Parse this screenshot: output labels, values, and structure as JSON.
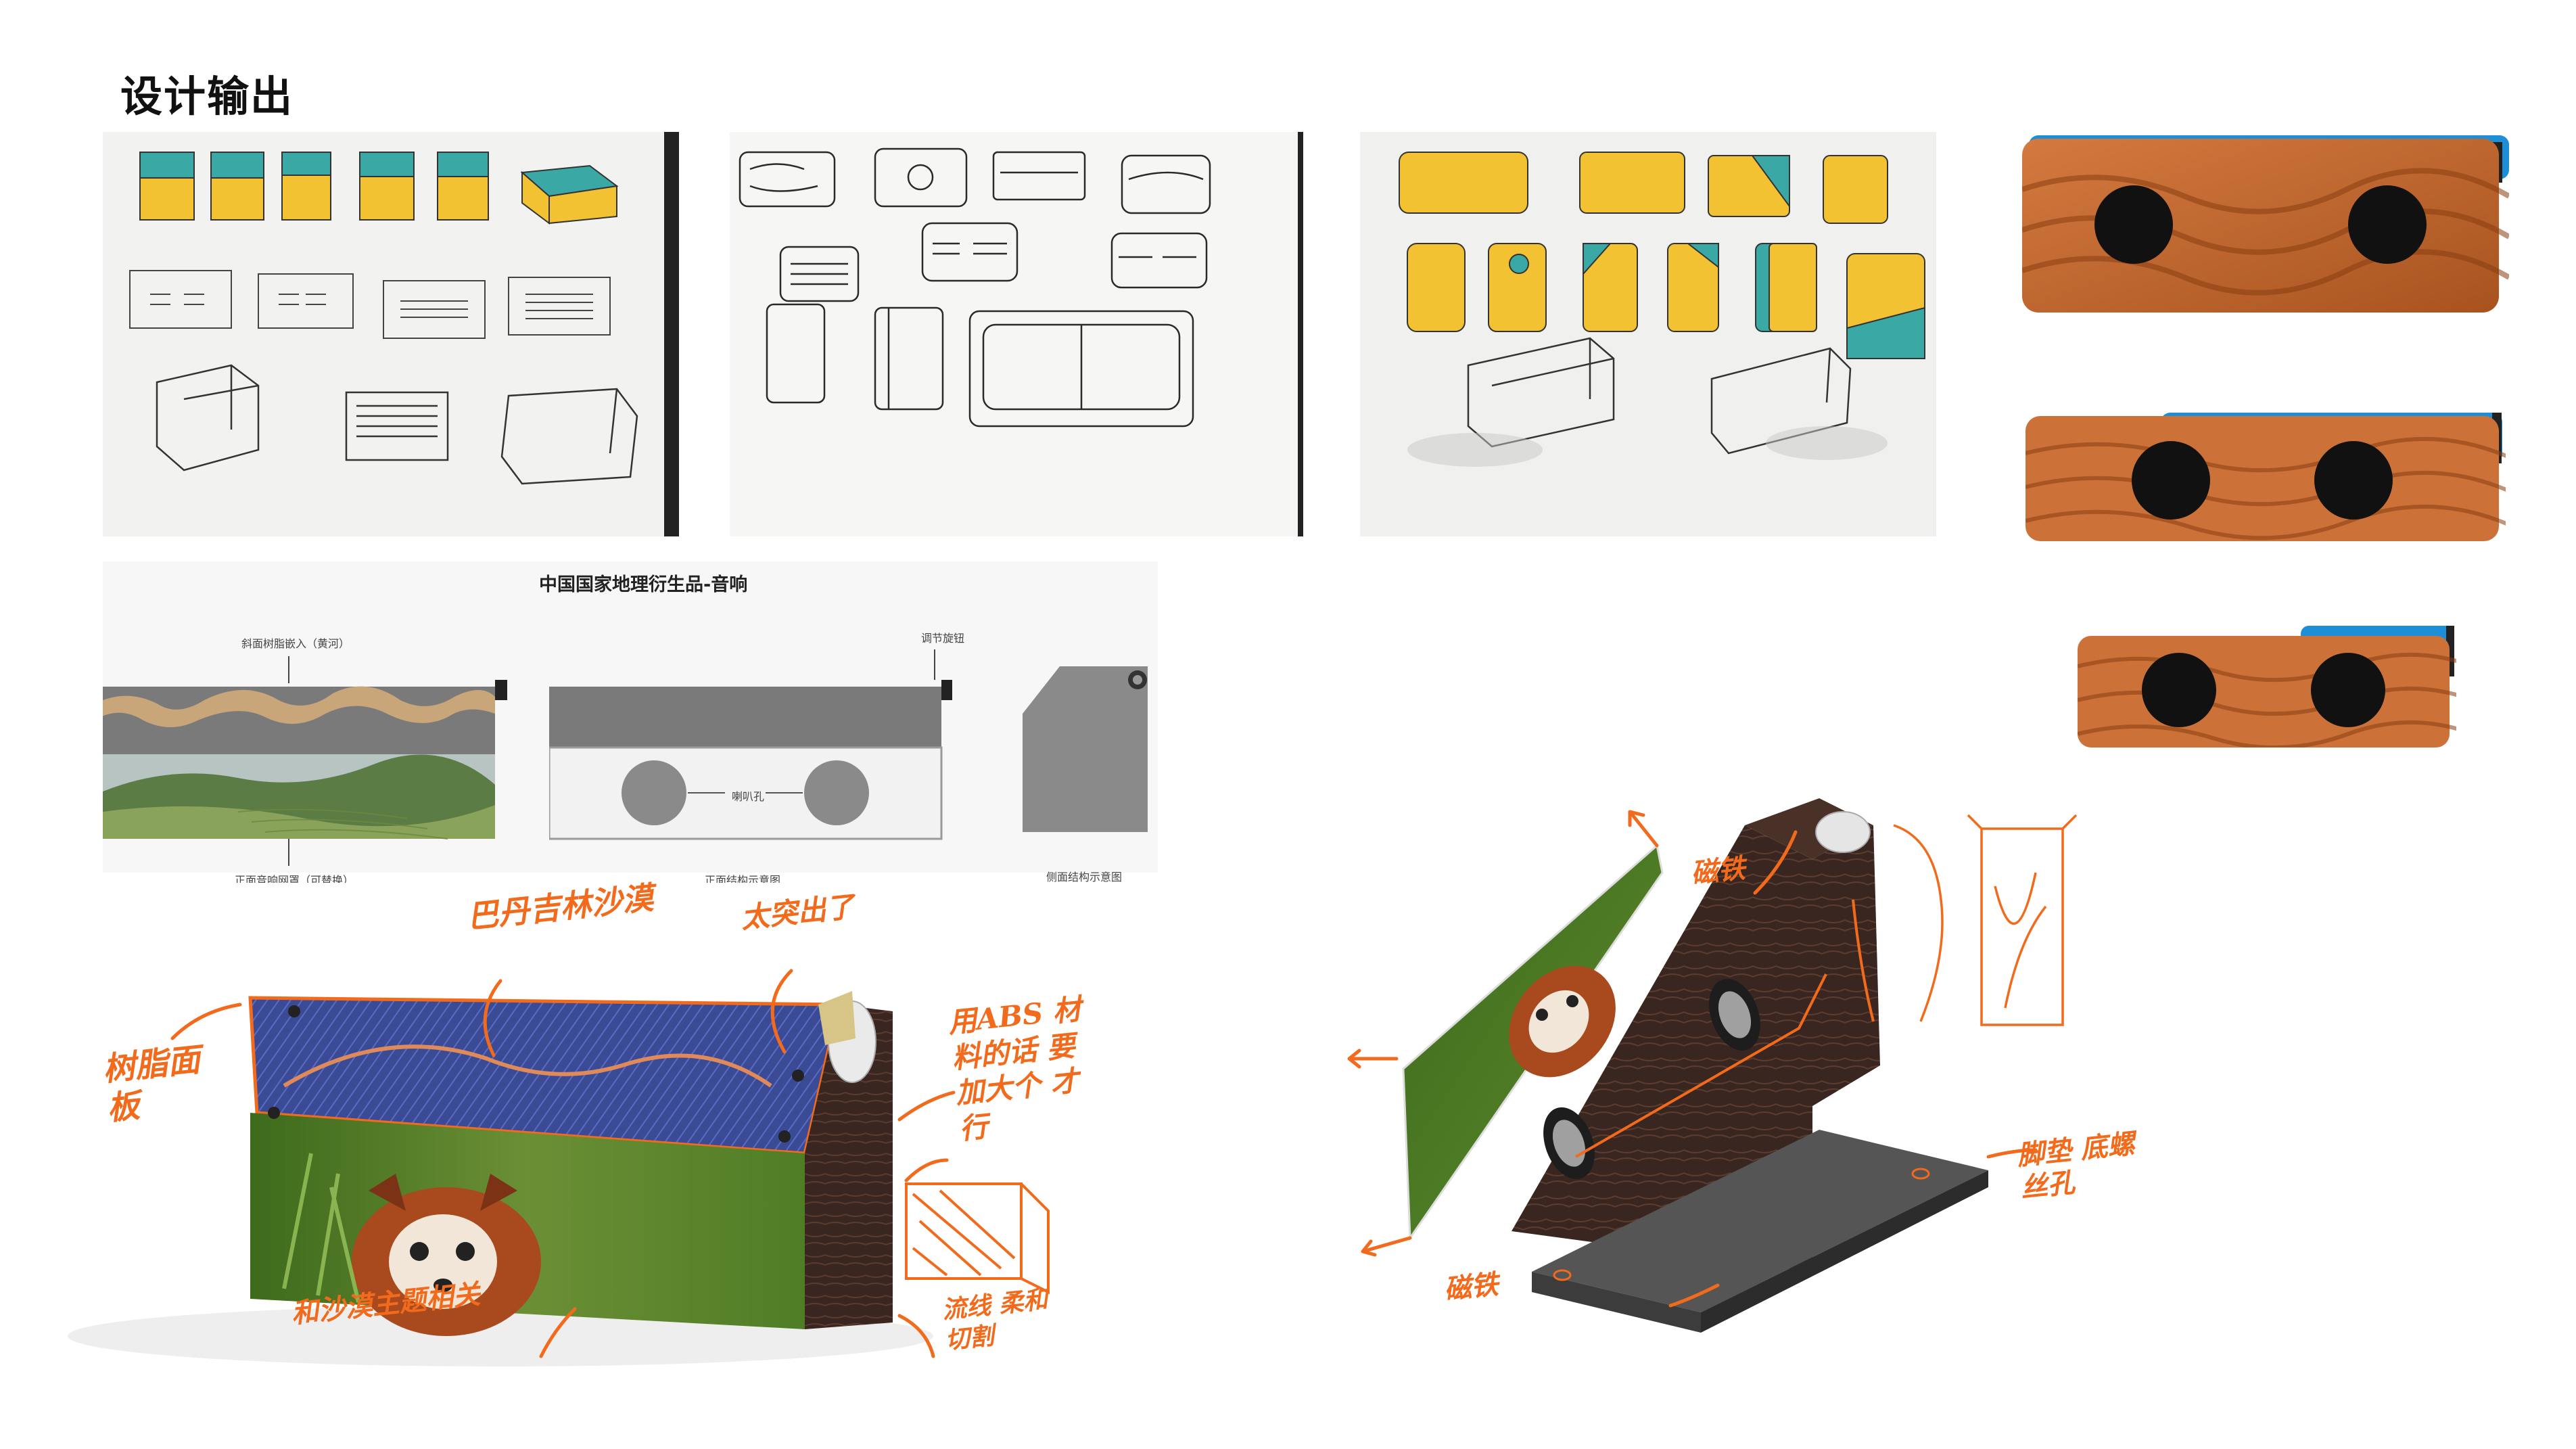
{
  "page": {
    "title": "设计输出"
  },
  "sketches": [
    {
      "name": "sketch-sheet-1"
    },
    {
      "name": "sketch-sheet-2"
    },
    {
      "name": "sketch-sheet-3"
    }
  ],
  "texture_swatches": [
    {
      "name": "dune-swatch-1",
      "holes": 2
    },
    {
      "name": "dune-swatch-2",
      "holes": 2
    },
    {
      "name": "dune-swatch-3",
      "holes": 2
    }
  ],
  "diagram": {
    "title": "中国国家地理衍生品-音响",
    "label_resin": "斜面树脂嵌入（黄河）",
    "label_knob": "调节旋钮",
    "label_speaker_hole": "喇叭孔",
    "caption_front_cover": "正面音响网罩（可替换）",
    "caption_front_structure": "正面结构示意图",
    "caption_side_structure": "侧面结构示意图"
  },
  "render_left": {
    "note_badain": "巴丹吉林沙漠",
    "note_too_protruding": "太突出了",
    "note_resin_panel": "树脂面板",
    "note_abs": "用ABS 材料的话 要加大个 才行",
    "note_theme": "和沙漠主题相关",
    "note_cut": "流线 柔和切割"
  },
  "render_right": {
    "note_magnet_top": "磁铁",
    "note_magnet_bottom": "磁铁",
    "note_feet": "脚垫 底螺丝孔"
  },
  "colors": {
    "accent_orange": "#f26a1b",
    "sketch_yellow": "#f3c233",
    "sketch_teal": "#3aa9a5",
    "dune": "#c56a33",
    "sky_blue": "#1e8fd6",
    "wood_dark": "#3a2620",
    "resin_blue": "#3b4a94"
  }
}
